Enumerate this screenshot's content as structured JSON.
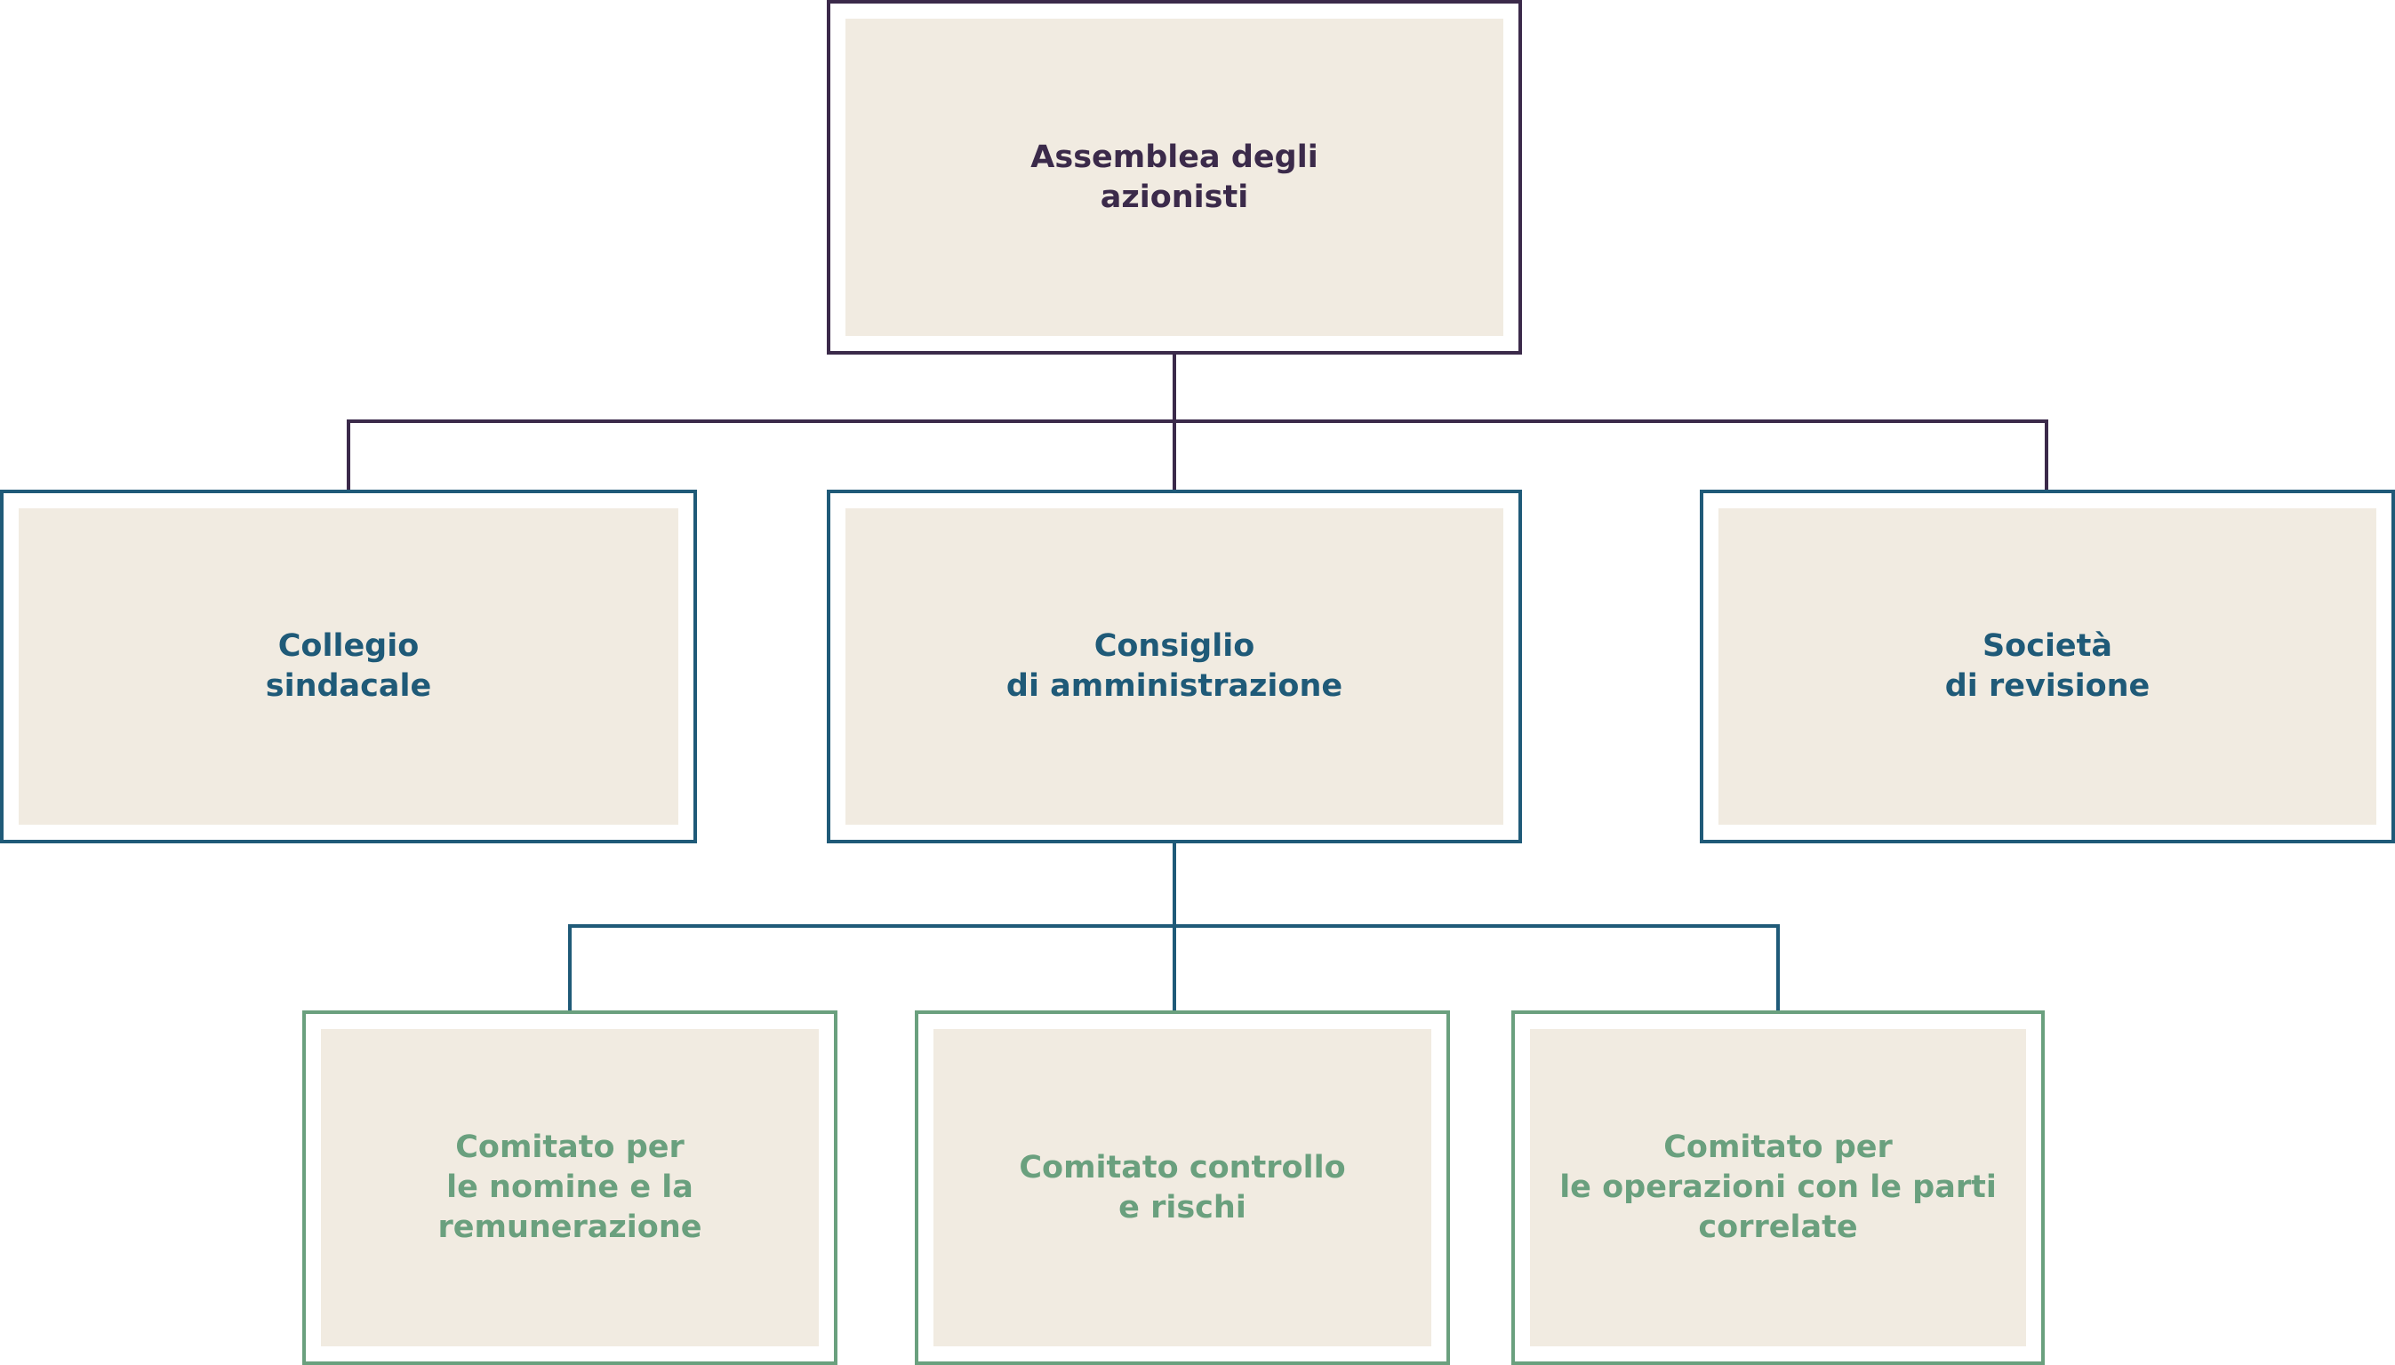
{
  "diagram": {
    "nodes": [
      {
        "id": "assemblea",
        "label": "Assemblea degli\nazionisti",
        "level": "top"
      },
      {
        "id": "collegio",
        "label": "Collegio\nsindacale",
        "level": "mid"
      },
      {
        "id": "consiglio",
        "label": "Consiglio\ndi amministrazione",
        "level": "mid"
      },
      {
        "id": "societa",
        "label": "Società\ndi revisione",
        "level": "mid"
      },
      {
        "id": "comitato_nomine",
        "label": "Comitato per\nle nomine e la\nremunerazione",
        "level": "bottom"
      },
      {
        "id": "comitato_controllo",
        "label": "Comitato controllo\ne rischi",
        "level": "bottom"
      },
      {
        "id": "comitato_parti",
        "label": "Comitato per\nle operazioni con le parti\ncorrelate",
        "level": "bottom"
      }
    ],
    "edges": [
      {
        "from": "assemblea",
        "to": "collegio"
      },
      {
        "from": "assemblea",
        "to": "consiglio"
      },
      {
        "from": "assemblea",
        "to": "societa"
      },
      {
        "from": "consiglio",
        "to": "comitato_nomine"
      },
      {
        "from": "consiglio",
        "to": "comitato_controllo"
      },
      {
        "from": "consiglio",
        "to": "comitato_parti"
      }
    ],
    "colors": {
      "top": "#3b2a4a",
      "mid": "#1f5a78",
      "bottom": "#6aa07e",
      "box_fill": "#f1ebe1"
    }
  }
}
